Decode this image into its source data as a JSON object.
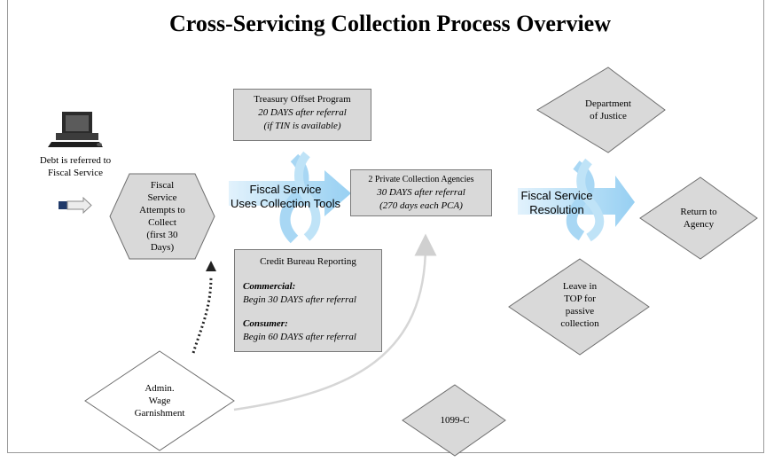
{
  "title": "Cross-Servicing Collection Process Overview",
  "referral": {
    "line1": "Debt is referred to",
    "line2": "Fiscal Service"
  },
  "fiscal_attempts": {
    "lines": [
      "Fiscal",
      "Service",
      "Attempts to",
      "Collect",
      "(first 30",
      "Days)"
    ]
  },
  "collection_tools": {
    "line1": "Fiscal Service",
    "line2": "Uses Collection Tools"
  },
  "top": {
    "line1": "Treasury Offset Program",
    "line2": "20 DAYS after referral",
    "line3": "(if TIN is available)"
  },
  "pca": {
    "line1": "2 Private Collection Agencies",
    "line2": "30 DAYS after referral",
    "line3": "(270 days each PCA)"
  },
  "credit": {
    "heading": "Credit Bureau Reporting",
    "commercial_label": "Commercial:",
    "commercial_text": "Begin 30 DAYS after referral",
    "consumer_label": "Consumer:",
    "consumer_text": "Begin 60 DAYS after referral"
  },
  "resolution": {
    "line1": "Fiscal Service",
    "line2": "Resolution"
  },
  "doj": {
    "line1": "Department",
    "line2": "of Justice"
  },
  "return_agency": {
    "line1": "Return to",
    "line2": "Agency"
  },
  "leave_top": {
    "lines": [
      "Leave in",
      "TOP for",
      "passive",
      "collection"
    ]
  },
  "awg": {
    "line1": "Admin.",
    "line2": "Wage",
    "line3": "Garnishment"
  },
  "form_1099c": "1099-C",
  "colors": {
    "shape_fill": "#d9d9d9",
    "shape_stroke": "#6e6e6e",
    "arrow_blue": "#9fd3f3",
    "arrow_blue_dark": "#4aa3df"
  }
}
